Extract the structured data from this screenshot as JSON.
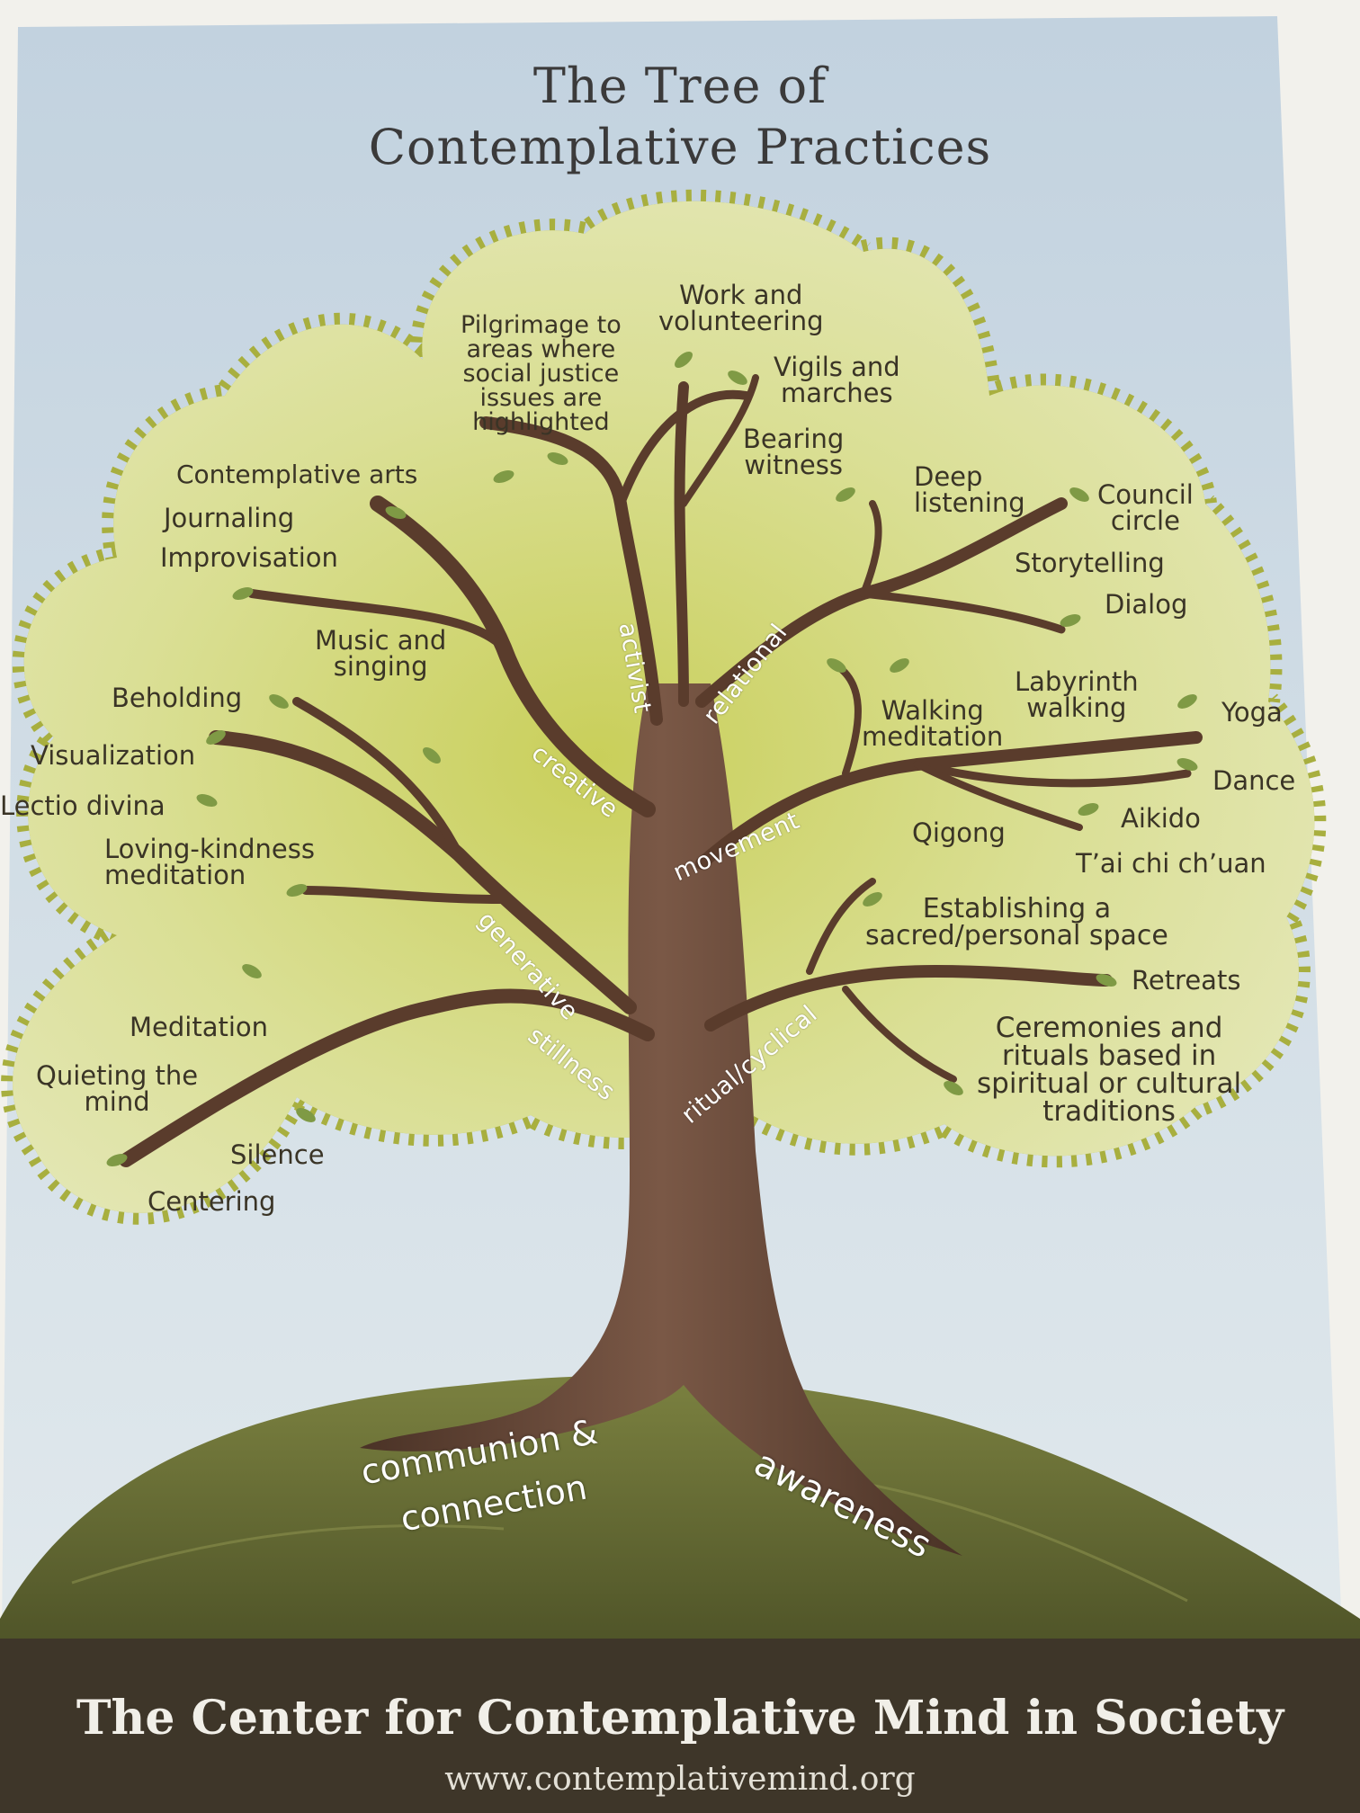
{
  "title": {
    "line1": "The Tree of",
    "line2": "Contemplative Practices"
  },
  "roots": {
    "left": "communion &",
    "left2": "connection",
    "right": "awareness"
  },
  "branches": {
    "stillness": "stillness",
    "generative": "generative",
    "creative": "creative",
    "activist": "activist",
    "relational": "relational",
    "movement": "movement",
    "ritual": "ritual/cyclical"
  },
  "practices": {
    "pilgrimage": [
      "Pilgrimage to",
      "areas where",
      "social justice",
      "issues are",
      "highlighted"
    ],
    "work": [
      "Work and",
      "volunteering"
    ],
    "vigils": [
      "Vigils and",
      "marches"
    ],
    "bearing": [
      "Bearing",
      "witness"
    ],
    "deep_listening": [
      "Deep",
      "listening"
    ],
    "council": [
      "Council",
      "circle"
    ],
    "storytelling": "Storytelling",
    "dialog": "Dialog",
    "contemplative_arts": "Contemplative arts",
    "journaling": "Journaling",
    "improvisation": "Improvisation",
    "music": [
      "Music and",
      "singing"
    ],
    "beholding": "Beholding",
    "visualization": "Visualization",
    "lectio": "Lectio divina",
    "loving": [
      "Loving-kindness",
      "meditation"
    ],
    "meditation": "Meditation",
    "quieting": [
      "Quieting the",
      "mind"
    ],
    "silence": "Silence",
    "centering": "Centering",
    "walking": [
      "Walking",
      "meditation"
    ],
    "labyrinth": [
      "Labyrinth",
      "walking"
    ],
    "yoga": "Yoga",
    "dance": "Dance",
    "aikido": "Aikido",
    "qigong": "Qigong",
    "taichi": "T’ai chi ch’uan",
    "sacred": [
      "Establishing a",
      "sacred/personal space"
    ],
    "retreats": "Retreats",
    "ceremonies": [
      "Ceremonies and",
      "rituals based in",
      "spiritual or cultural",
      "traditions"
    ]
  },
  "footer": {
    "org": "The Center for Contemplative Mind in Society",
    "url": "www.contemplativemind.org"
  },
  "colors": {
    "sky": "#c9d7e0",
    "canopy": "#d7dc86",
    "canopy_edge": "#b5bc4e",
    "trunk": "#5a3c2c",
    "hill": "#6d7338",
    "footer": "#3e3629"
  }
}
